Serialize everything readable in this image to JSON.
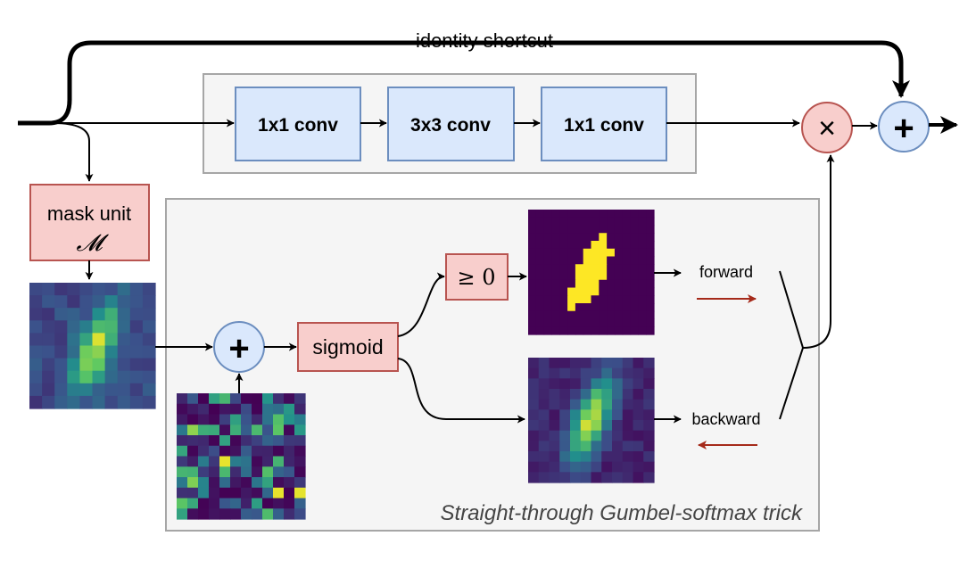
{
  "labels": {
    "identity_shortcut": "identity shortcut",
    "conv1": "1x1 conv",
    "conv2": "3x3 conv",
    "conv3": "1x1 conv",
    "multiply": "×",
    "add": "+",
    "noise_add": "+",
    "mask_unit_line1": "mask unit",
    "mask_unit_symbol": "𝓜",
    "sigmoid": "sigmoid",
    "threshold": "≥ 0",
    "forward": "forward",
    "backward": "backward",
    "trick_caption": "Straight-through Gumbel-softmax trick"
  },
  "colors": {
    "conv_fill": "#dae8fc",
    "conv_stroke": "#6c8ebf",
    "red_fill": "#f8cecc",
    "red_stroke": "#b85450",
    "panel_fill": "#f5f5f5",
    "panel_stroke": "#a6a6a6",
    "viridis_dark": "#440154",
    "viridis_yellow": "#fde725",
    "grad_arrow": "#a52a1a"
  },
  "icons": {
    "multiply": "multiply-operator",
    "add": "plus-operator",
    "flow": "arrow-right"
  }
}
